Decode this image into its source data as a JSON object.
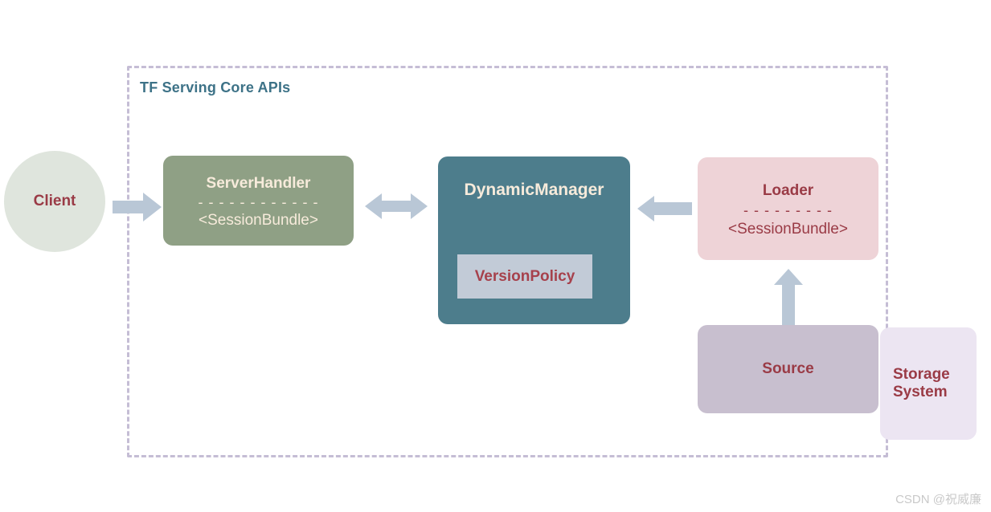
{
  "diagram": {
    "boundary": {
      "label": "TF Serving Core APIs",
      "border_color": "#c5bdd5",
      "title_color": "#3d7287"
    },
    "nodes": {
      "client": {
        "label": "Client",
        "fill": "#dfe5dd",
        "text_color": "#9a3b46",
        "shape": "circle"
      },
      "server_handler": {
        "title": "ServerHandler",
        "divider": "- - - - - - - - - - - -",
        "subtitle": "<SessionBundle>",
        "fill": "#8fa085",
        "text_color": "#f7ebdb",
        "shape": "rounded-rect"
      },
      "dynamic_manager": {
        "title": "DynamicManager",
        "fill": "#4d7d8c",
        "text_color": "#f7ebdb",
        "shape": "rounded-rect"
      },
      "version_policy": {
        "label": "VersionPolicy",
        "fill": "#c2cbd7",
        "text_color": "#a6414c",
        "shape": "rect"
      },
      "loader": {
        "title": "Loader",
        "divider": "- - - - - - - - -",
        "subtitle": "<SessionBundle>",
        "fill": "#eed3d7",
        "text_color": "#9a3b46",
        "shape": "rounded-rect"
      },
      "source": {
        "label": "Source",
        "fill": "#c8bfcf",
        "text_color": "#9a3b46",
        "shape": "rounded-rect"
      },
      "storage_system": {
        "line1": "Storage",
        "line2": "System",
        "fill": "#ece5f2",
        "text_color": "#9a3b46",
        "shape": "rounded-rect"
      }
    },
    "arrows": {
      "color": "#b9c7d6",
      "items": [
        {
          "name": "client-to-serverhandler",
          "direction": "right"
        },
        {
          "name": "serverhandler-to-dynamicmanager",
          "direction": "both"
        },
        {
          "name": "loader-to-dynamicmanager",
          "direction": "left"
        },
        {
          "name": "source-to-loader",
          "direction": "up"
        }
      ]
    }
  },
  "watermark": {
    "text": "CSDN @祝威廉"
  }
}
